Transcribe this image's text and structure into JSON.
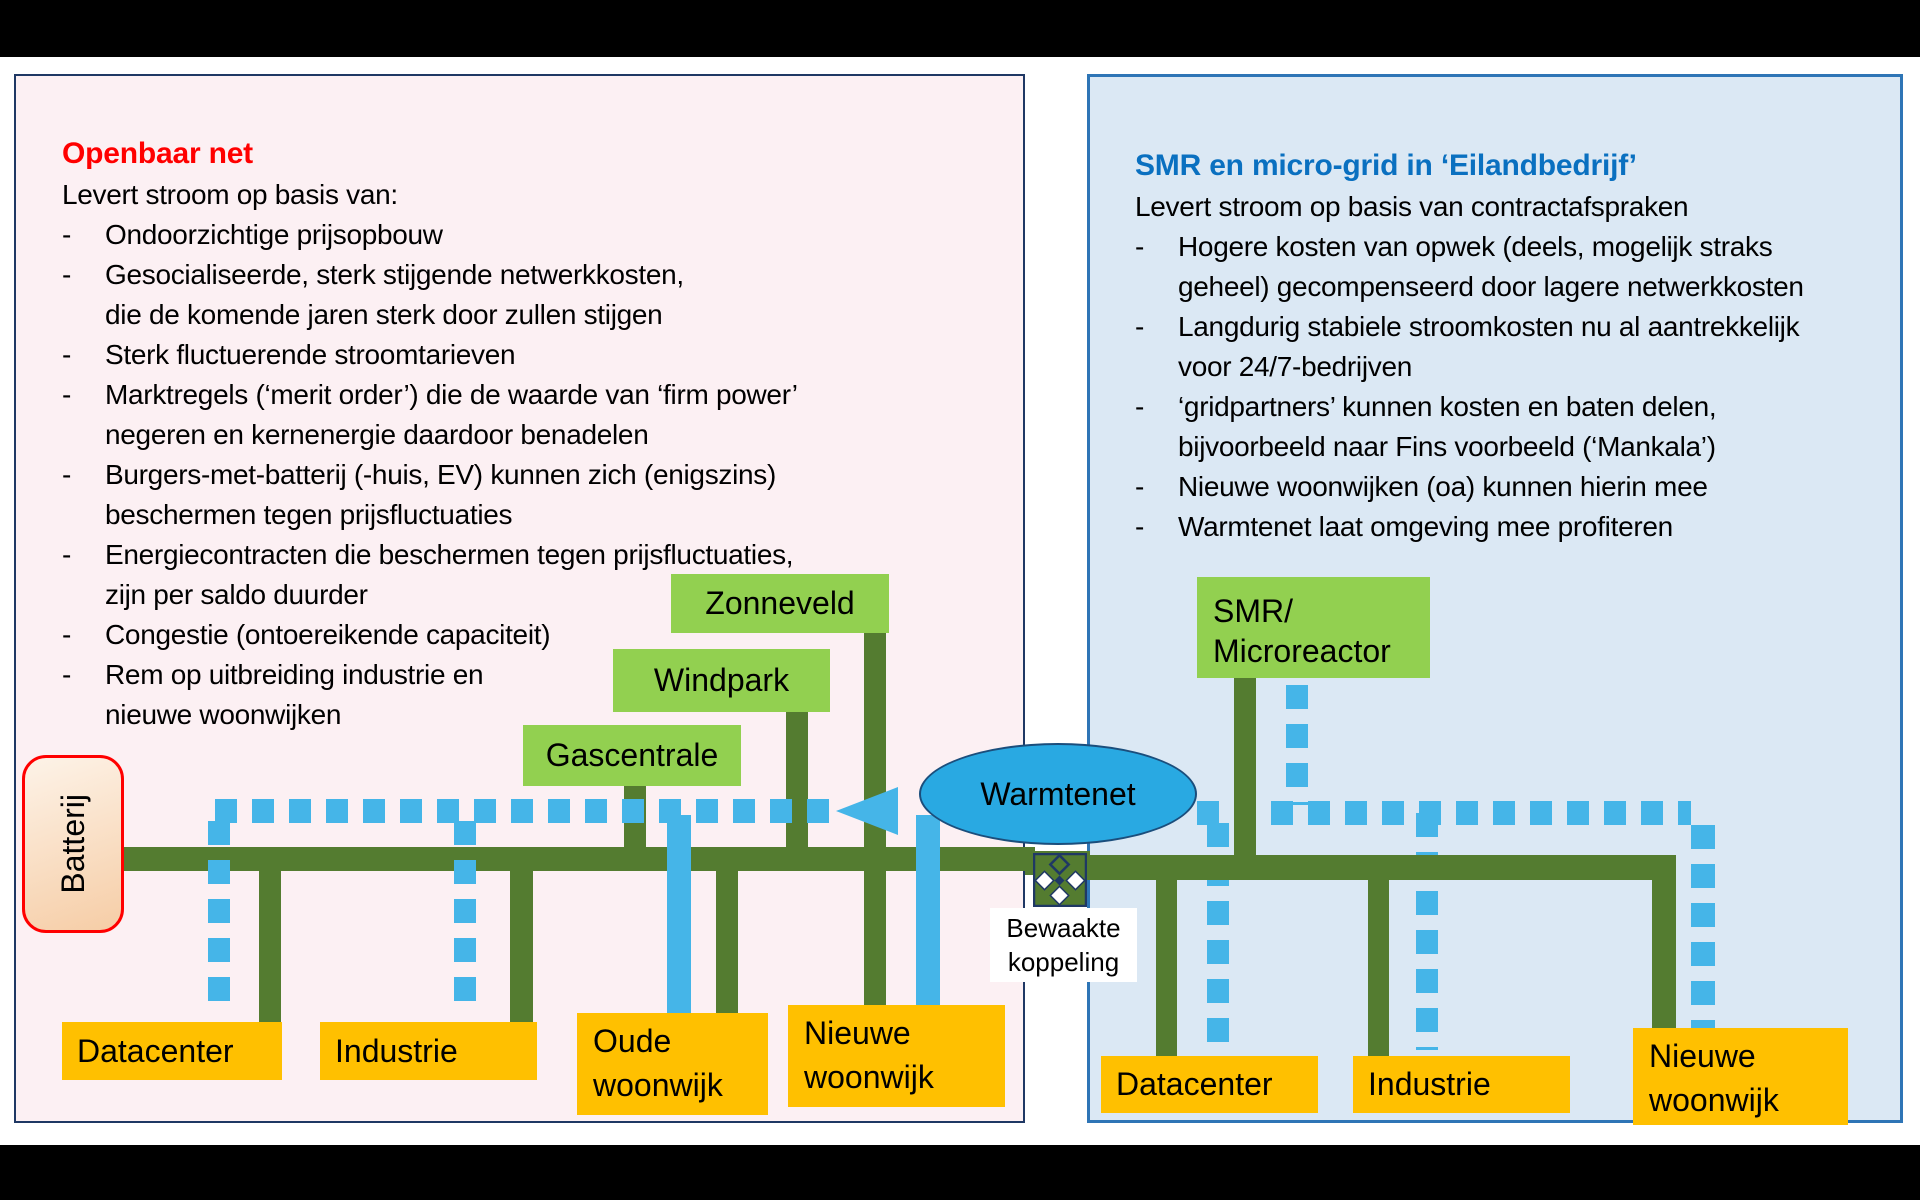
{
  "left_panel": {
    "title": "Openbaar net",
    "intro": "Levert stroom op basis van:",
    "marker": "-",
    "lines": [
      {
        "text": "Ondoorzichtige prijsopbouw"
      },
      {
        "text": "Gesocialiseerde, sterk stijgende netwerkkosten,"
      },
      {
        "text": "die de komende jaren sterk door zullen stijgen"
      },
      {
        "text": "Sterk fluctuerende stroomtarieven"
      },
      {
        "text": "Marktregels (‘merit order’) die de waarde van ‘firm power’"
      },
      {
        "text": "negeren en kernenergie daardoor benadelen"
      },
      {
        "text": "Burgers-met-batterij (-huis, EV) kunnen zich (enigszins)"
      },
      {
        "text": "beschermen tegen prijsfluctuaties"
      },
      {
        "text": "Energiecontracten die beschermen tegen prijsfluctuaties,"
      },
      {
        "text": "zijn per saldo duurder"
      },
      {
        "text": "Congestie (ontoereikende capaciteit)"
      },
      {
        "text": "Rem op uitbreiding industrie en"
      },
      {
        "text": "nieuwe woonwijken"
      }
    ]
  },
  "right_panel": {
    "title": "SMR en micro-grid in ‘Eilandbedrijf’",
    "intro": "Levert stroom op basis van contractafspraken",
    "marker": "-",
    "lines": [
      {
        "text": "Hogere kosten van opwek (deels, mogelijk straks"
      },
      {
        "text": "geheel) gecompenseerd door lagere netwerkkosten"
      },
      {
        "text": "Langdurig stabiele stroomkosten nu al aantrekkelijk"
      },
      {
        "text": "voor 24/7-bedrijven"
      },
      {
        "text": "‘gridpartners’ kunnen kosten en baten delen,"
      },
      {
        "text": "bijvoorbeeld naar Fins voorbeeld (‘Mankala’)"
      },
      {
        "text": "Nieuwe woonwijken (oa) kunnen hierin mee"
      },
      {
        "text": "Warmtenet laat omgeving mee profiteren"
      }
    ]
  },
  "nodes": {
    "battery": "Batterij",
    "zonneveld": "Zonneveld",
    "windpark": "Windpark",
    "gascentrale": "Gascentrale",
    "smr_line1": "SMR/",
    "smr_line2": "Microreactor",
    "warmtenet": "Warmtenet",
    "coupling_line1": "Bewaakte",
    "coupling_line2": "koppeling",
    "left_datacenter": "Datacenter",
    "left_industrie": "Industrie",
    "left_oude_line1": "Oude",
    "left_oude_line2": "woonwijk",
    "left_nieuwe_line1": "Nieuwe",
    "left_nieuwe_line2": "woonwijk",
    "right_datacenter": "Datacenter",
    "right_industrie": "Industrie",
    "right_nieuwe_line1": "Nieuwe",
    "right_nieuwe_line2": "woonwijk"
  },
  "colors": {
    "title_red": "#FF0000",
    "title_blue": "#0A70C0",
    "source_box_green": "#92D050",
    "consumer_box_orange": "#FFC000",
    "power_line_green": "#547C30",
    "heat_line_blue": "#45B5E8",
    "warmtenet_fill": "#29A9E2",
    "panel_left_pink": "#FCF0F3",
    "panel_right_blue": "#DBE8F4",
    "panel_left_border": "#1F3864",
    "panel_right_border": "#2E75B6"
  }
}
